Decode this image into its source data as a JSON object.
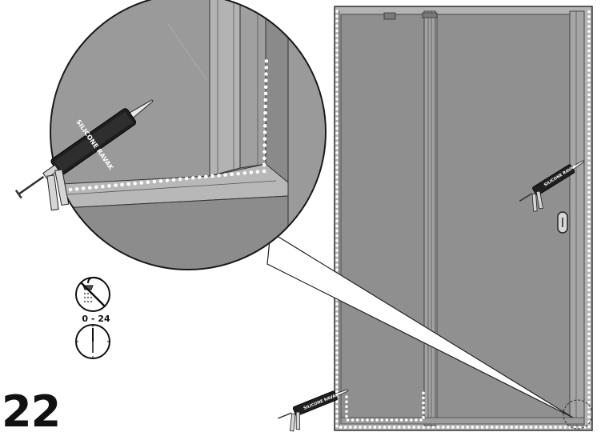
{
  "step": {
    "number": "22"
  },
  "cure_time": {
    "label": "0 - 24"
  },
  "tool": {
    "label": "SILICONE RAVAK"
  },
  "icons": {
    "no_shower": "no-shower-icon",
    "clock": "clock-icon",
    "silicone_gun": "silicone-gun-icon"
  },
  "colors": {
    "glass": "#8e8e8e",
    "frame": "#a9a9a9",
    "silicone_bead": "#ffffff",
    "outline": "#222222"
  }
}
